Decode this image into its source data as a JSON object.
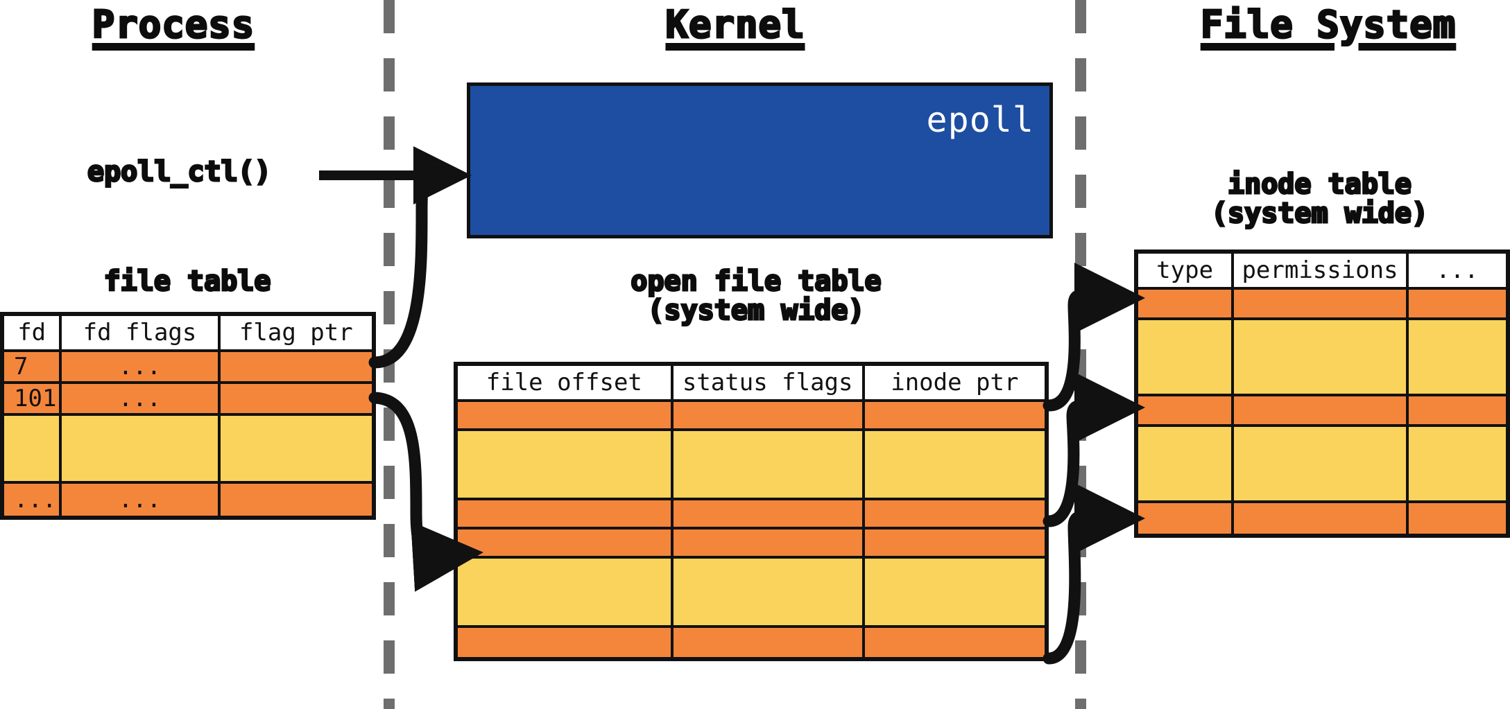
{
  "sections": [
    {
      "key": "process",
      "label": "Process"
    },
    {
      "key": "kernel",
      "label": "Kernel"
    },
    {
      "key": "file_system",
      "label": "File System"
    }
  ],
  "epoll": {
    "label": "epoll",
    "fill_color": "#1d4ea2",
    "border_color": "#111111",
    "text_color": "#ffffff"
  },
  "syscall": {
    "label": "epoll_ctl()"
  },
  "palette": {
    "orange": "#F4863C",
    "yellow": "#FAD35C",
    "blue": "#1d4ea2",
    "divider_gray": "#6e6e6e",
    "ink": "#111111"
  },
  "file_table": {
    "caption_lines": [
      "file table"
    ],
    "headers": [
      "fd",
      "fd flags",
      "flag ptr"
    ],
    "rows": [
      {
        "tone": "orange",
        "height": 46,
        "cells": [
          "7",
          "...",
          ""
        ]
      },
      {
        "tone": "orange",
        "height": 46,
        "cells": [
          "101",
          "...",
          ""
        ]
      },
      {
        "tone": "yellow",
        "height": 98,
        "cells": [
          "",
          "",
          ""
        ]
      },
      {
        "tone": "orange",
        "height": 46,
        "cells": [
          "...",
          "...",
          ""
        ]
      }
    ]
  },
  "open_file_table": {
    "caption_lines": [
      "open file table",
      "(system wide)"
    ],
    "headers": [
      "file offset",
      "status flags",
      "inode ptr"
    ],
    "rows": [
      {
        "tone": "orange",
        "height": 42,
        "cells": [
          "",
          "",
          ""
        ]
      },
      {
        "tone": "yellow",
        "height": 100,
        "cells": [
          "",
          "",
          ""
        ]
      },
      {
        "tone": "orange",
        "height": 42,
        "cells": [
          "",
          "",
          ""
        ]
      },
      {
        "tone": "orange",
        "height": 42,
        "cells": [
          "",
          "",
          ""
        ]
      },
      {
        "tone": "yellow",
        "height": 100,
        "cells": [
          "",
          "",
          ""
        ]
      },
      {
        "tone": "orange",
        "height": 42,
        "cells": [
          "",
          "",
          ""
        ]
      }
    ]
  },
  "inode_table": {
    "caption_lines": [
      "inode table",
      "(system wide)"
    ],
    "headers": [
      "type",
      "permissions",
      "..."
    ],
    "rows": [
      {
        "tone": "orange",
        "height": 44,
        "cells": [
          "",
          "",
          ""
        ]
      },
      {
        "tone": "yellow",
        "height": 110,
        "cells": [
          "",
          "",
          ""
        ]
      },
      {
        "tone": "orange",
        "height": 44,
        "cells": [
          "",
          "",
          ""
        ]
      },
      {
        "tone": "yellow",
        "height": 110,
        "cells": [
          "",
          "",
          ""
        ]
      },
      {
        "tone": "orange",
        "height": 44,
        "cells": [
          "",
          "",
          ""
        ]
      }
    ]
  }
}
